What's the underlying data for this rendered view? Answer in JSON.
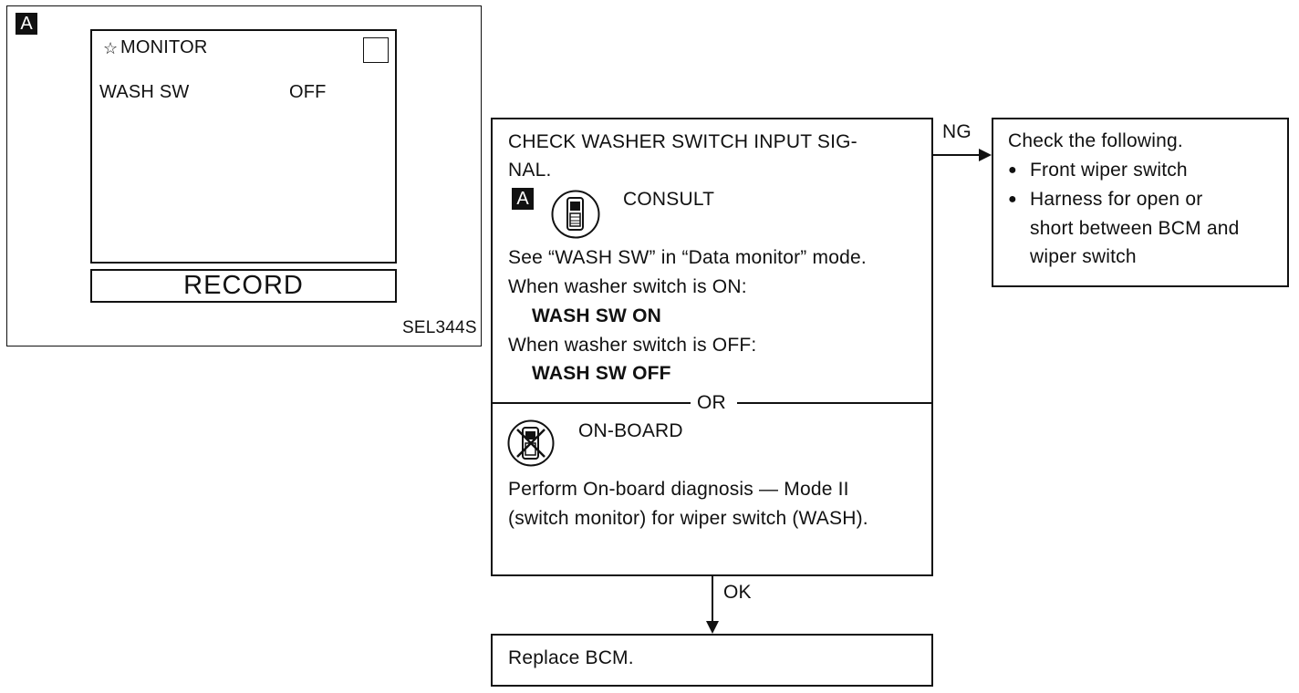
{
  "consult_screen": {
    "badge": "A",
    "monitor_label": "MONITOR",
    "item_name": "WASH SW",
    "item_value": "OFF",
    "record_button": "RECORD",
    "figure_id": "SEL344S"
  },
  "check_box": {
    "title_line1": "CHECK WASHER SWITCH INPUT SIG-",
    "title_line2": "NAL.",
    "badge": "A",
    "consult_label": "CONSULT",
    "line_see": "See “WASH SW” in “Data monitor” mode.",
    "line_when_on": "When washer switch is ON:",
    "result_on": "WASH SW ON",
    "line_when_off": "When washer switch is OFF:",
    "result_off": "WASH SW OFF",
    "or_label": "OR",
    "onboard_label": "ON-BOARD",
    "onboard_line1": "Perform On-board diagnosis — Mode II",
    "onboard_line2": "(switch monitor) for wiper switch (WASH)."
  },
  "ng_branch": {
    "label": "NG",
    "heading": "Check the following.",
    "bullet1": "Front wiper switch",
    "bullet2_line1": "Harness for open or",
    "bullet2_line2": "short between BCM and",
    "bullet2_line3": "wiper switch"
  },
  "ok_branch": {
    "label": "OK",
    "action": "Replace BCM."
  }
}
